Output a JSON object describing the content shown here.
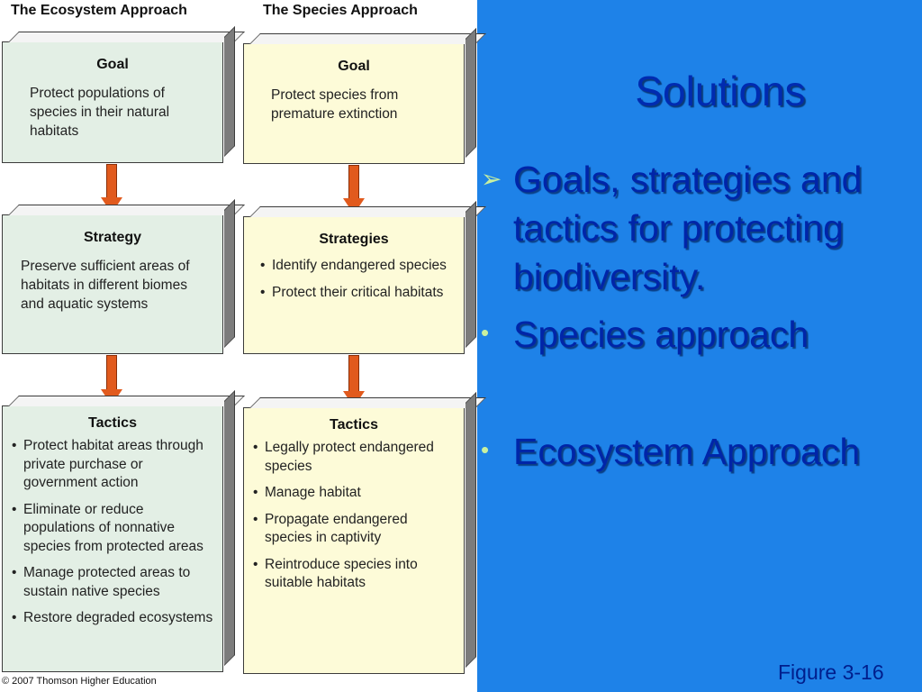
{
  "figure": {
    "ecosystem": {
      "column_title": "The Ecosystem Approach",
      "goal": {
        "title": "Goal",
        "text": "Protect populations of species in their natural habitats"
      },
      "strategy": {
        "title": "Strategy",
        "text": "Preserve sufficient areas of habitats in different biomes and aquatic systems"
      },
      "tactics": {
        "title": "Tactics",
        "items": [
          "Protect habitat areas through private purchase or government action",
          "Eliminate or reduce populations of nonnative species from protected areas",
          "Manage protected areas to sustain native species",
          "Restore degraded ecosystems"
        ]
      }
    },
    "species": {
      "column_title": "The Species Approach",
      "goal": {
        "title": "Goal",
        "text": "Protect species from premature extinction"
      },
      "strategies": {
        "title": "Strategies",
        "items": [
          "Identify endangered species",
          "Protect their critical habitats"
        ]
      },
      "tactics": {
        "title": "Tactics",
        "items": [
          "Legally protect endangered species",
          "Manage habitat",
          "Propagate endangered species in captivity",
          "Reintroduce species into suitable habitats"
        ]
      }
    },
    "copyright": "© 2007 Thomson Higher Education"
  },
  "slide": {
    "title": "Solutions",
    "bullets": [
      {
        "marker": "➢",
        "text": "Goals, strategies and tactics for protecting biodiversity."
      },
      {
        "marker": "•",
        "text": "Species approach"
      },
      {
        "marker": "•",
        "text": "Ecosystem Approach"
      }
    ],
    "figure_label": "Figure 3-16"
  },
  "colors": {
    "background": "#1e82e8",
    "slide_text": "#0025a8",
    "arrow": "#e15a1d",
    "ecosystem_box": "#e3efe5",
    "species_box": "#fdfbd8"
  }
}
